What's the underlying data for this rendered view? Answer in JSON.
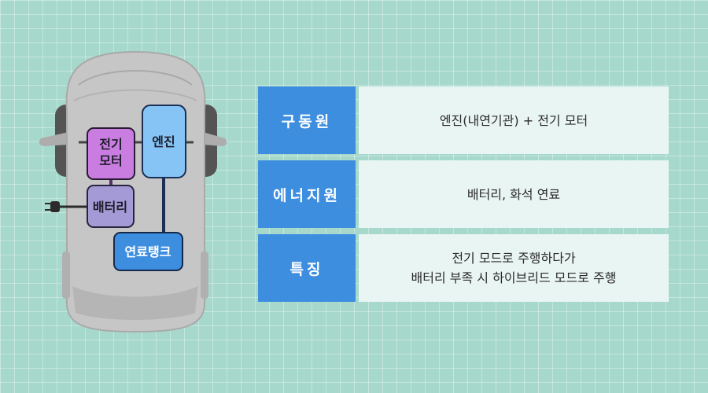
{
  "car_labels": {
    "motor_line1": "전기",
    "motor_line2": "모터",
    "engine": "엔진",
    "battery": "배터리",
    "fuel_tank": "연료탱크"
  },
  "table": {
    "rows": [
      {
        "header": "구동원",
        "value_lines": [
          "엔진(내연기관) + 전기 모터"
        ]
      },
      {
        "header": "에너지원",
        "value_lines": [
          "배터리, 화석 연료"
        ]
      },
      {
        "header": "특징",
        "value_lines": [
          "전기 모드로 주행하다가",
          "배터리 부족 시 하이브리드 모드로 주행"
        ]
      }
    ]
  },
  "colors": {
    "header_bg": "#3e8ee0",
    "value_bg": "#e9f5f3",
    "motor": "#c97de0",
    "engine": "#85c4f5",
    "battery": "#a49ad6",
    "fuel_tank": "#3e8ee0"
  }
}
